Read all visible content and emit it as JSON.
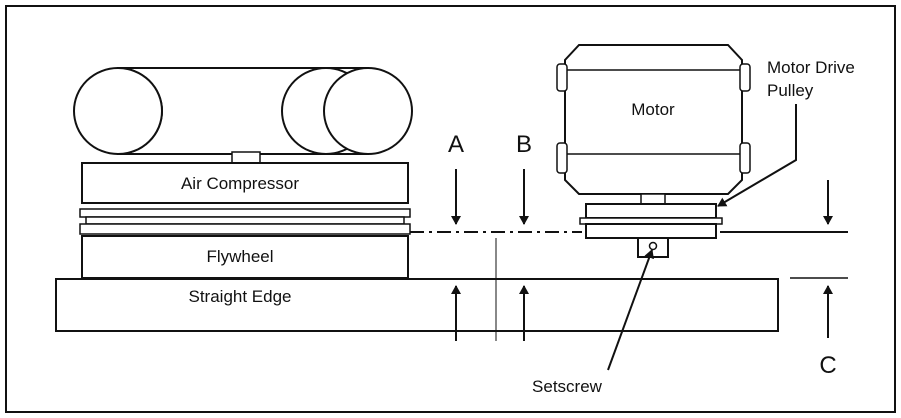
{
  "labels": {
    "motor": "Motor",
    "motor_drive_pulley_line1": "Motor Drive",
    "motor_drive_pulley_line2": "Pulley",
    "air_compressor": "Air Compressor",
    "flywheel": "Flywheel",
    "straight_edge": "Straight Edge",
    "setscrew": "Setscrew",
    "a": "A",
    "b": "B",
    "c": "C"
  }
}
